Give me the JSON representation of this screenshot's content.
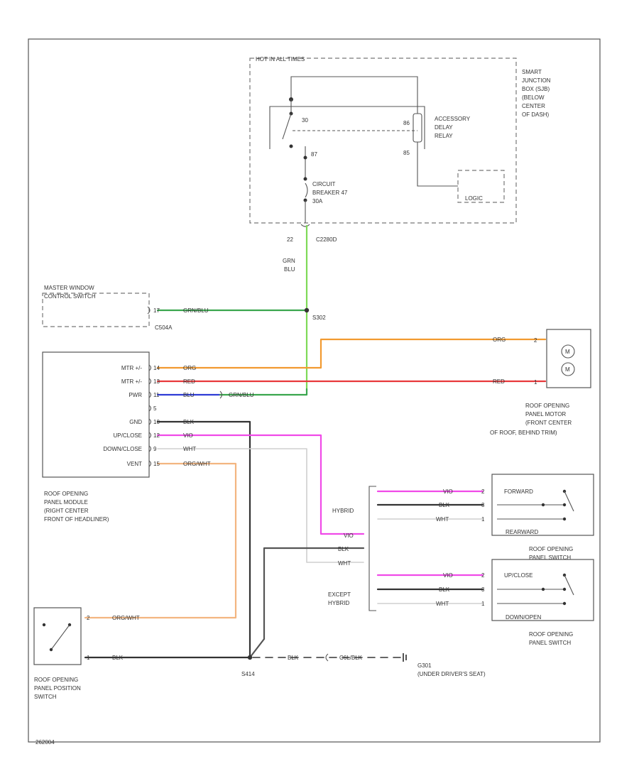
{
  "colors": {
    "grn_blu": "#3aa64e",
    "grn_blu_light": "#7ed957",
    "org": "#f29a30",
    "red": "#e8383b",
    "blu": "#2f3cd6",
    "blk": "#333333",
    "vio": "#f04ae8",
    "wht": "#bdbdbd",
    "org_wht": "#f3b580",
    "frame": "#555555"
  },
  "junction_box": {
    "hot_label": "HOT IN ALL TIMES",
    "name": [
      "SMART",
      "JUNCTION",
      "BOX (SJB)",
      "(BELOW",
      "CENTER",
      "OF DASH)"
    ],
    "relay_label": [
      "ACCESSORY",
      "DELAY",
      "RELAY"
    ],
    "pin_30": "30",
    "pin_87": "87",
    "pin_86": "86",
    "pin_85": "85",
    "breaker_label": [
      "CIRCUIT",
      "BREAKER 47",
      "30A"
    ],
    "logic_label": "LOGIC",
    "connector_pin": "22",
    "connector_id": "C2280D"
  },
  "wire_labels": {
    "grn_blu_stack": [
      "GRN",
      "BLU"
    ],
    "grn_blu": "GRN/BLU",
    "org": "ORG",
    "red": "RED",
    "blu": "BLU",
    "blk": "BLK",
    "vio": "VIO",
    "wht": "WHT",
    "org_wht": "ORG/WHT"
  },
  "master_switch": {
    "name": [
      "MASTER WINDOW",
      "CONTROL SWITCH"
    ],
    "pin": "17",
    "connector": "C504A"
  },
  "splice_s302": "S302",
  "module": {
    "name": [
      "ROOF OPENING",
      "PANEL MODULE",
      "(RIGHT CENTER",
      "FRONT OF HEADLINER)"
    ],
    "pins": [
      {
        "num": "14",
        "label": "MTR +/-"
      },
      {
        "num": "13",
        "label": "MTR +/-"
      },
      {
        "num": "11",
        "label": "PWR"
      },
      {
        "num": "5",
        "label": ""
      },
      {
        "num": "10",
        "label": "GND"
      },
      {
        "num": "12",
        "label": "UP/CLOSE"
      },
      {
        "num": "9",
        "label": "DOWN/CLOSE"
      },
      {
        "num": "15",
        "label": "VENT"
      }
    ]
  },
  "motor": {
    "name": [
      "ROOF OPENING",
      "PANEL MOTOR",
      "(FRONT CENTER",
      "OF ROOF, BEHIND TRIM)"
    ],
    "pin_top": "2",
    "pin_bottom": "1",
    "sym_top": "M",
    "sym_bottom": "M"
  },
  "hybrid_group": {
    "label": "HYBRID",
    "sw_label_top": "FORWARD",
    "sw_label_bottom": "REARWARD",
    "pins": [
      "2",
      "3",
      "1"
    ],
    "name": [
      "ROOF OPENING",
      "PANEL SWITCH"
    ]
  },
  "except_group": {
    "label": [
      "EXCEPT",
      "HYBRID"
    ],
    "sw_label_top": "UP/CLOSE",
    "sw_label_bottom": "DOWN/OPEN",
    "pins": [
      "2",
      "3",
      "1"
    ],
    "name": [
      "ROOF OPENING",
      "PANEL SWITCH"
    ]
  },
  "position_switch": {
    "name": [
      "ROOF OPENING",
      "PANEL POSITION",
      "SWITCH"
    ],
    "pin_top": "2",
    "pin_bottom": "1"
  },
  "splice_s414": "S414",
  "ground": {
    "wire_blk": "BLK",
    "connector": "C6L/BLK",
    "name": [
      "G301",
      "(UNDER DRIVER'S SEAT)"
    ]
  },
  "footer_code": "262004"
}
